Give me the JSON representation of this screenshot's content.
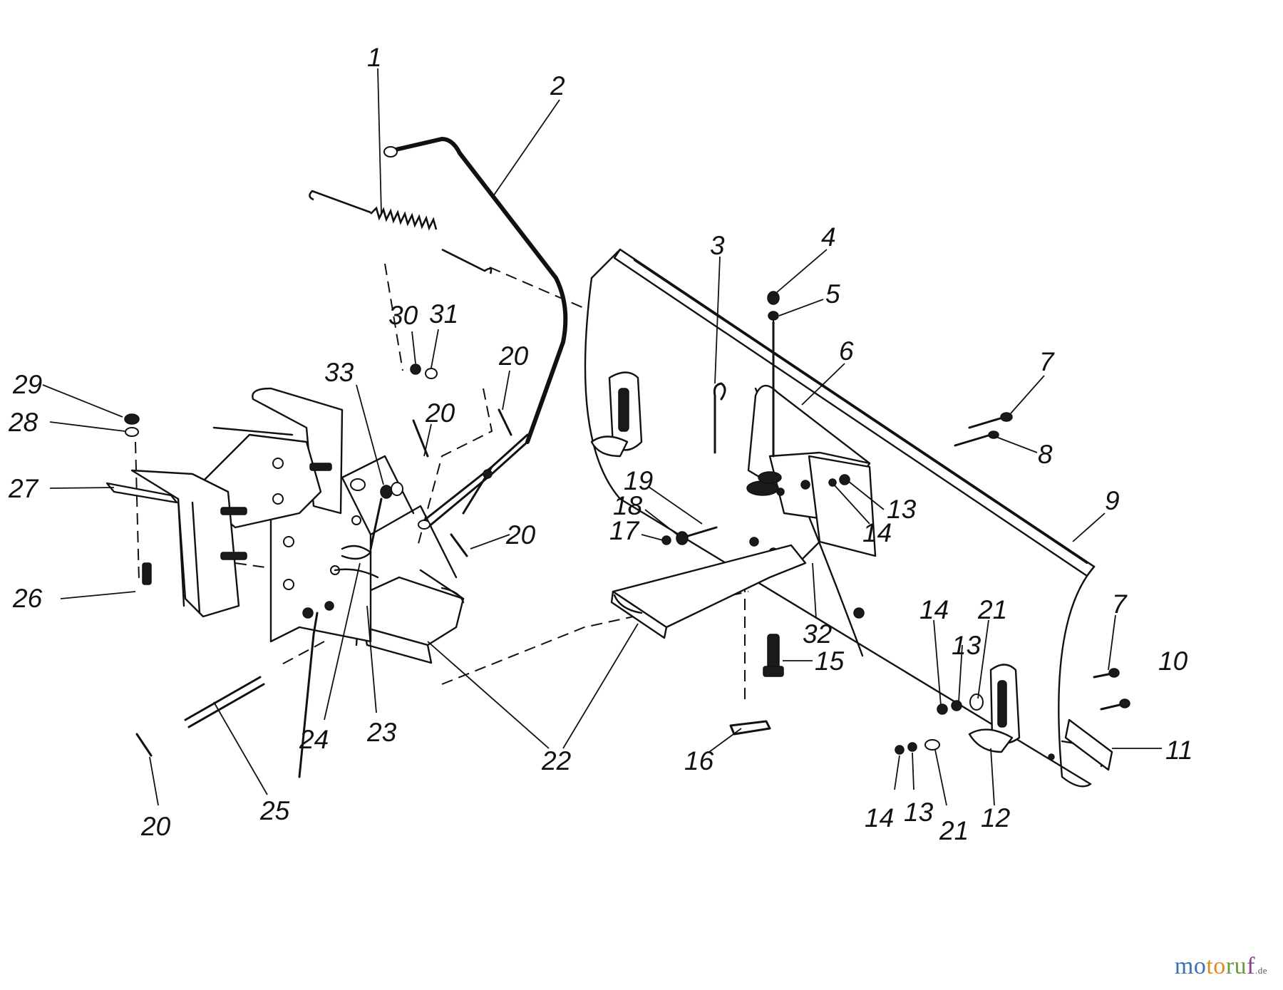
{
  "callouts": {
    "c1": "1",
    "c2": "2",
    "c3": "3",
    "c4": "4",
    "c5": "5",
    "c6": "6",
    "c7a": "7",
    "c7b": "7",
    "c8": "8",
    "c9": "9",
    "c10": "10",
    "c11": "11",
    "c12": "12",
    "c13a": "13",
    "c13b": "13",
    "c13c": "13",
    "c14a": "14",
    "c14b": "14",
    "c14c": "14",
    "c15": "15",
    "c16": "16",
    "c17": "17",
    "c18": "18",
    "c19": "19",
    "c20a": "20",
    "c20b": "20",
    "c20c": "20",
    "c20d": "20",
    "c21a": "21",
    "c21b": "21",
    "c22": "22",
    "c23": "23",
    "c24": "24",
    "c25": "25",
    "c26": "26",
    "c27": "27",
    "c28": "28",
    "c29": "29",
    "c30": "30",
    "c31": "31",
    "c32": "32",
    "c33": "33"
  },
  "watermark": {
    "part1": "mo",
    "part2": "to",
    "part3": "ru",
    "part4": "f",
    "tld": ".de"
  }
}
